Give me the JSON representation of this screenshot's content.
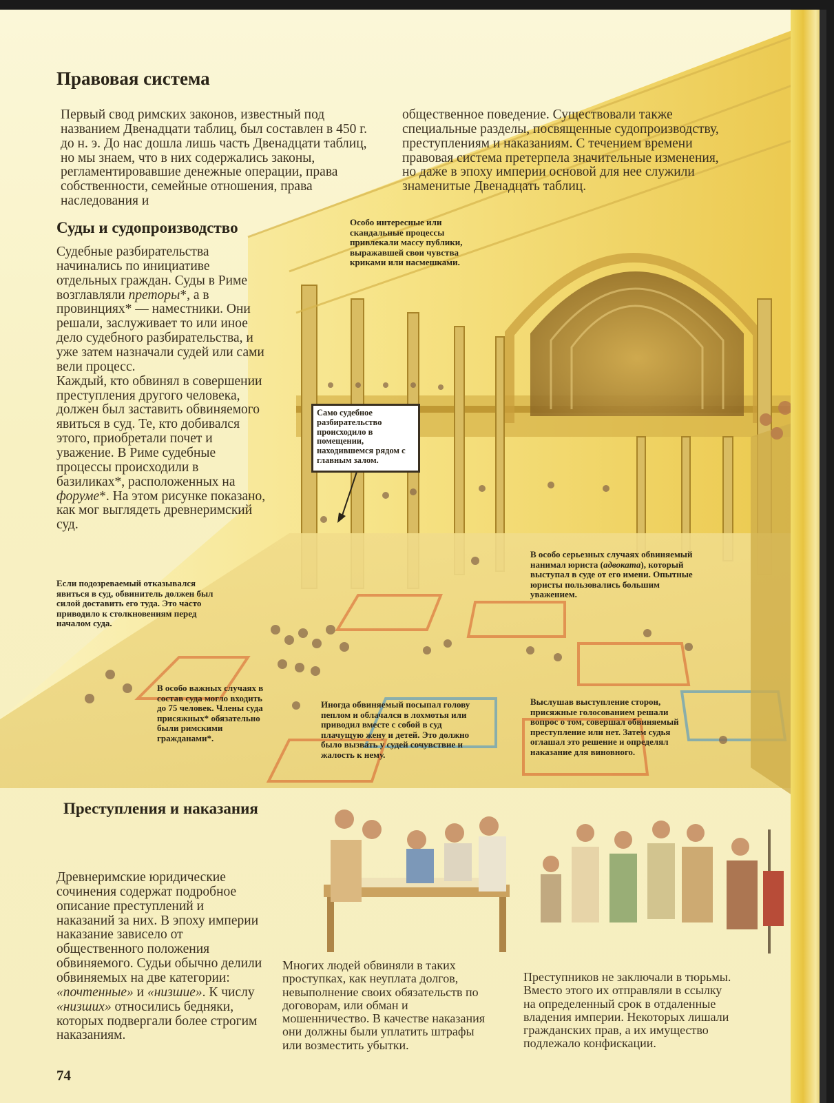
{
  "page_title": "Правовая система",
  "intro_left": "Первый свод римских законов, известный под названием Двенадцати таблиц, был составлен в 450 г. до н. э. До нас дошла лишь часть Двенадцати таблиц, но мы знаем, что в них содержались законы, регламентировавшие денежные операции, права собственности, семейные отношения, права наследования и",
  "intro_right": "общественное поведение. Существовали также специальные разделы, посвященные судопроизводству, преступлениям и наказаниям. С течением времени правовая система претерпела значительные изменения, но даже в эпоху империи основой для нее служили знаменитые Двенадцать таблиц.",
  "courts": {
    "heading": "Суды и судопроизводство",
    "p1_a": "Судебные разбирательства начинались по инициативе отдельных граждан. Суды в Риме возглавляли ",
    "p1_em1": "преторы",
    "p1_b": "*, а в провинциях* — наместники. Они решали, заслуживает то или иное дело судебного разбирательства, и уже затем назначали судей или сами вели процесс.",
    "p2_a": "Каждый, кто обвинял в совершении преступления другого человека, должен был заставить обвиняемого явиться в суд. Те, кто добивался этого, приобретали почет и уважение. В Риме судебные процессы происходили в базиликах*, расположенных на ",
    "p2_em": "форуме",
    "p2_b": "*. На этом рисунке показано, как мог выглядеть древнеримский суд."
  },
  "captions": {
    "gallery": "Особо интересные или скандальные процессы привлекали массу публики, выражавшей свои чувства криками или насмешками.",
    "room": "Само судебное разбирательство происходило в помещении, находившемся рядом с главным залом.",
    "lawyer_a": "В особо серьезных случаях обвиняемый нанимал юриста (",
    "lawyer_em": "адвоката",
    "lawyer_b": "), который выступал в суде от его имени. Опытные юристы пользовались большим уважением.",
    "refuse": "Если подозреваемый отказывался явиться в суд, обвинитель должен был силой доставить его туда. Это часто приводило к столкновениям перед началом суда.",
    "jury": "В особо важных случаях в состав суда могло входить до 75 человек. Члены суда присяжных* обязательно были римскими гражданами*.",
    "ashes": "Иногда обвиняемый посыпал голову пеплом и облачался в лохмотья или приводил вместе с собой в суд плачущую жену и детей. Это должно было вызвать у судей сочувствие и жалость к нему.",
    "verdict": "Выслушав выступление сторон, присяжные голосованием решали вопрос о том, совершал обвиняемый преступление или нет. Затем судья оглашал это решение и определял наказание для виновного."
  },
  "crimes": {
    "heading": "Преступления и наказания",
    "p_a": "Древнеримские юридические сочинения содержат подробное описание преступлений и наказаний за них. В эпоху империи наказание зависело от общественного положения обвиняемого. Судьи обычно делили обвиняемых на две категории: ",
    "p_em1": "«почтенные»",
    "p_mid": " и ",
    "p_em2": "«низшие»",
    "p_mid2": ". К числу ",
    "p_em3": "«низших»",
    "p_b": " относились бедняки, которых подвергали более строгим наказаниям.",
    "fines": "Многих людей обвиняли в таких проступках, как неуплата долгов, невыполнение своих обязательств по договорам, или обман и мошенничество. В качестве наказания они должны были уплатить штрафы или возместить убытки.",
    "exile": "Преступников не заключали в тюрьмы. Вместо этого их отправляли в ссылку на определенный срок в отдаленные владения империи. Некоторых лишали гражданских прав, а их имущество подлежало конфискации."
  },
  "page_number": "74",
  "colors": {
    "paper": "#f8f1c2",
    "gold": "#e9c23a",
    "stone": "#d9c98e",
    "text": "#2a2418"
  }
}
